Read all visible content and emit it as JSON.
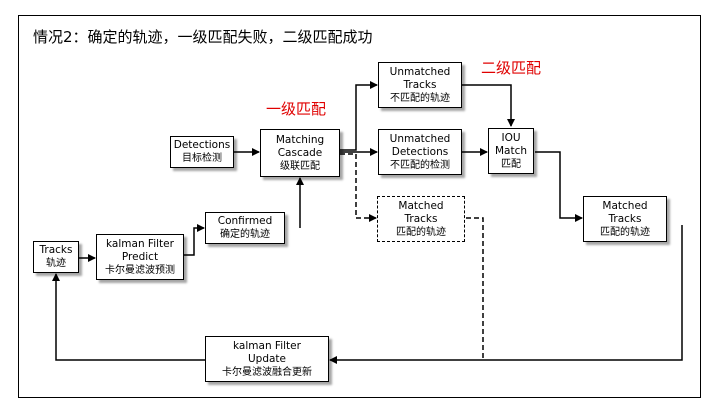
{
  "title": "情况2：确定的轨迹，一级匹配失败，二级匹配成功",
  "labels": {
    "first_match": "一级匹配",
    "second_match": "二级匹配"
  },
  "boxes": {
    "detections": {
      "line1": "Detections",
      "line2": "目标检测"
    },
    "matching_cascade": {
      "line1": "Matching",
      "line2": "Cascade",
      "line3": "级联匹配"
    },
    "unmatched_tracks": {
      "line1": "Unmatched",
      "line2": "Tracks",
      "line3": "不匹配的轨迹"
    },
    "unmatched_detections": {
      "line1": "Unmatched",
      "line2": "Detections",
      "line3": "不匹配的检测"
    },
    "matched_tracks_dashed": {
      "line1": "Matched",
      "line2": "Tracks",
      "line3": "匹配的轨迹"
    },
    "iou_match": {
      "line1": "IOU",
      "line2": "Match",
      "line3": "匹配"
    },
    "matched_tracks": {
      "line1": "Matched",
      "line2": "Tracks",
      "line3": "匹配的轨迹"
    },
    "confirmed": {
      "line1": "Confirmed",
      "line2": "确定的轨迹"
    },
    "kalman_predict": {
      "line1": "kalman Filter",
      "line2": "Predict",
      "line3": "卡尔曼滤波预测"
    },
    "tracks": {
      "line1": "Tracks",
      "line2": "轨迹"
    },
    "kalman_update": {
      "line1": "kalman Filter",
      "line2": "Update",
      "line3": "卡尔曼滤波融合更新"
    }
  },
  "colors": {
    "accent": "#e00000",
    "stroke": "#000000"
  }
}
